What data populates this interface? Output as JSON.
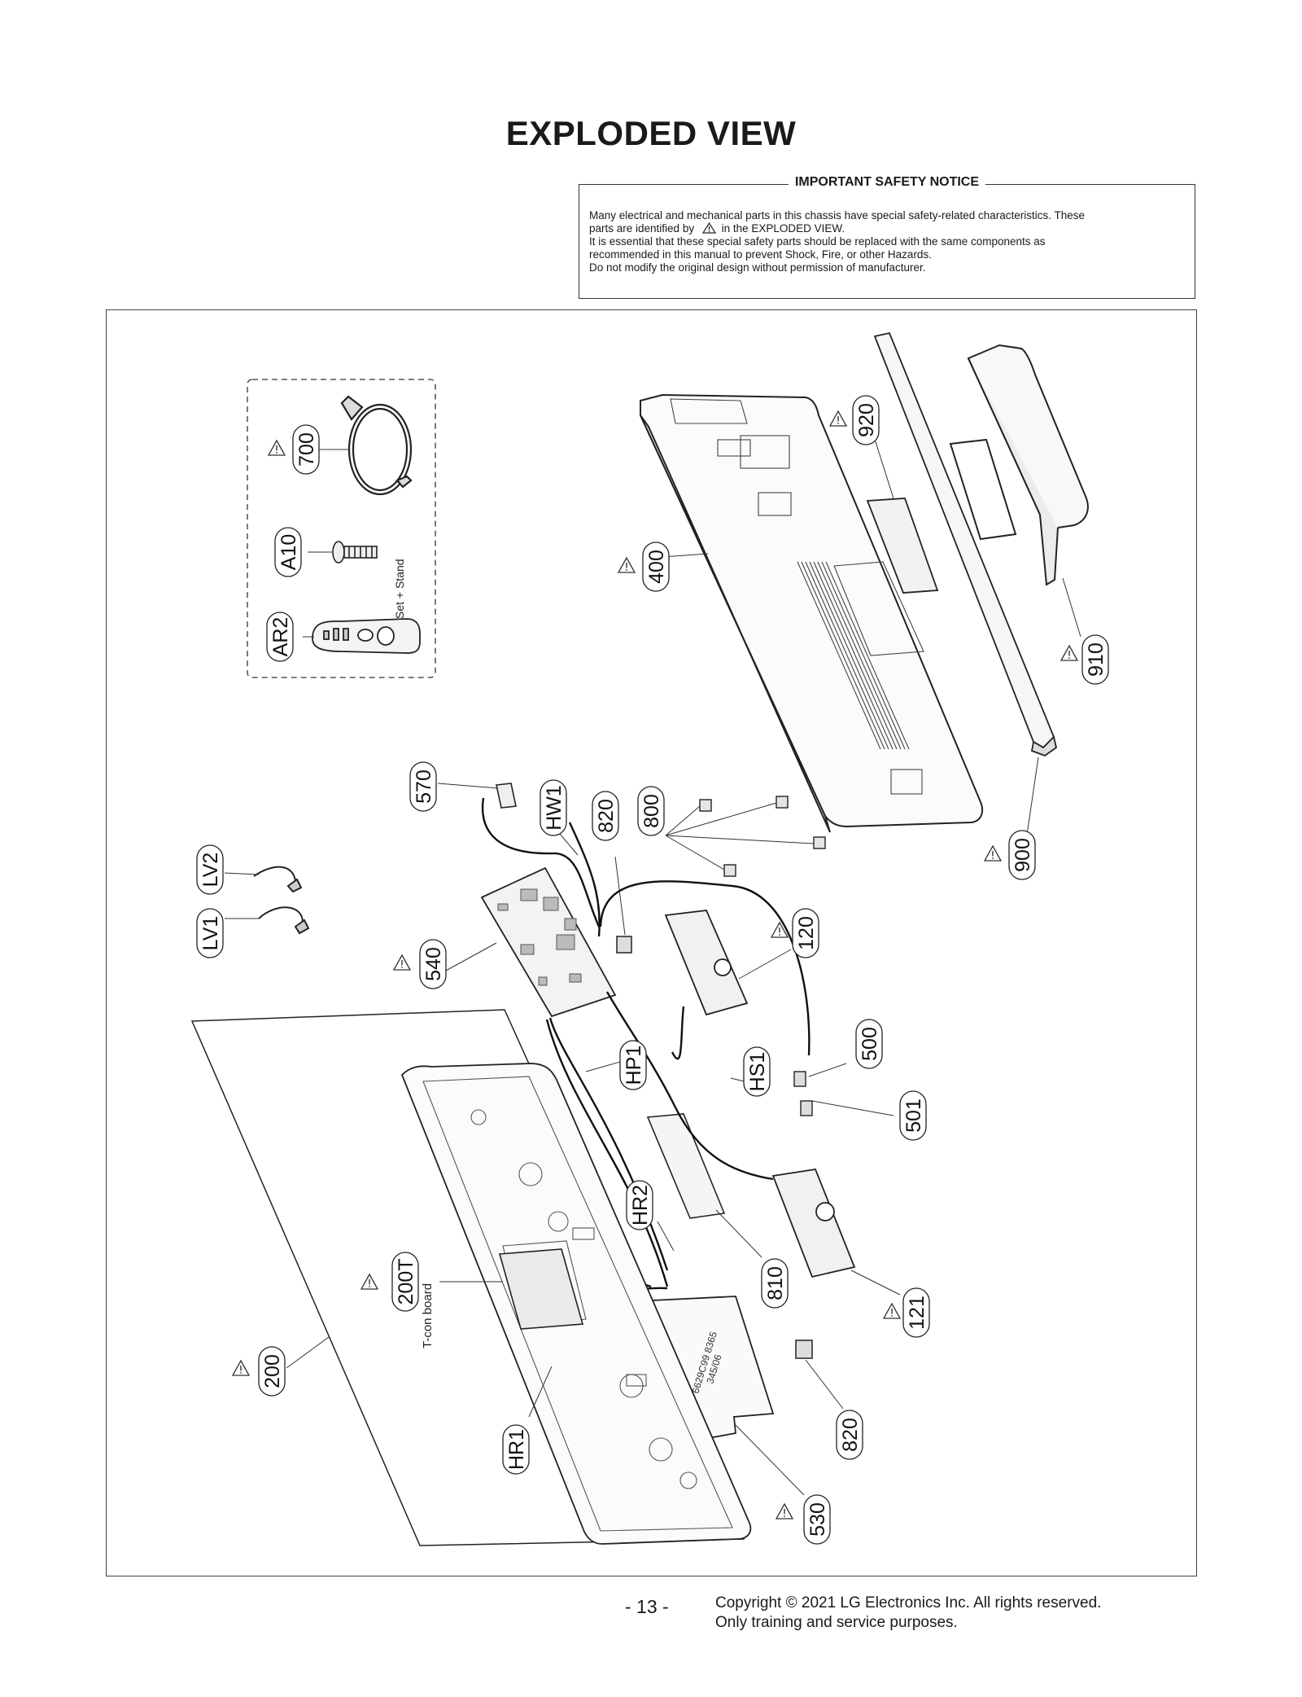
{
  "page": {
    "title": "EXPLODED VIEW",
    "page_number": "- 13 -",
    "copyright_line1": "Copyright © 2021 LG Electronics Inc. All rights reserved.",
    "copyright_line2": "Only training and service purposes."
  },
  "notice": {
    "title": "IMPORTANT SAFETY NOTICE",
    "line1": "Many electrical and mechanical parts in this chassis have special safety-related characteristics. These",
    "line2a": "parts are identified by",
    "line2b": "in the EXPLODED VIEW.",
    "line3": "It is essential that these special safety parts should be replaced with the same components as",
    "line4": "recommended in this manual to prevent Shock, Fire, or other Hazards.",
    "line5": "Do not modify the original design without permission of manufacturer."
  },
  "diagram": {
    "accessory_notes": [
      "Set + Stand"
    ],
    "board_note": "T-con board",
    "tcon_stamp_line1": "6629C99 8365",
    "tcon_stamp_line2": "345/06",
    "callouts": {
      "c700": "700",
      "cA10": "A10",
      "cAR2": "AR2",
      "c920": "920",
      "c400": "400",
      "c910": "910",
      "c900": "900",
      "c570": "570",
      "cHW1": "HW1",
      "c820a": "820",
      "c800": "800",
      "cLV2": "LV2",
      "cLV1": "LV1",
      "c540": "540",
      "c120": "120",
      "c500": "500",
      "c501": "501",
      "cHP1": "HP1",
      "cHS1": "HS1",
      "cHR2": "HR2",
      "c810": "810",
      "c121": "121",
      "c200T": "200T",
      "c200": "200",
      "cHR1": "HR1",
      "c820b": "820",
      "c530": "530"
    }
  }
}
